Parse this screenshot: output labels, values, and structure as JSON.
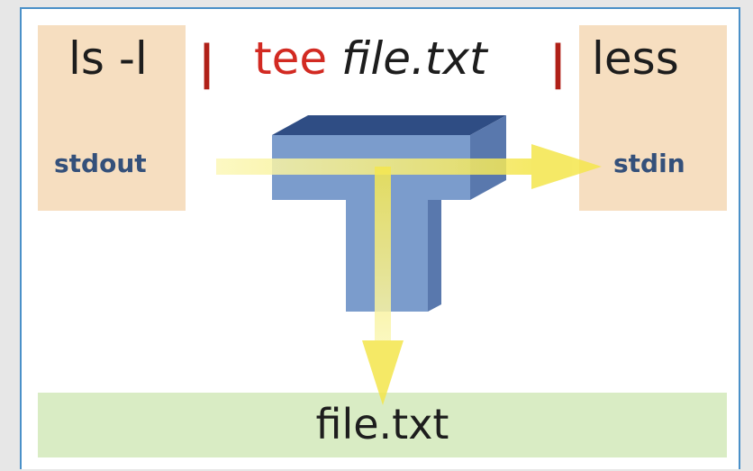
{
  "commands": {
    "left": "ls -l",
    "tee": "tee",
    "tee_arg": "file.txt",
    "right": "less",
    "pipe": "|"
  },
  "streams": {
    "stdout": "stdout",
    "stdin": "stdin"
  },
  "output_file": "file.txt",
  "colors": {
    "source_sink_box": "#f6dec0",
    "file_box": "#d9ecc4",
    "tee_front": "#7b9ccc",
    "tee_top": "#2f4d84",
    "tee_side": "#5978ad",
    "arrow": "#f7ef6a",
    "pipe": "#b02018",
    "tee_text": "#d22a22",
    "stream_text": "#34507a"
  }
}
